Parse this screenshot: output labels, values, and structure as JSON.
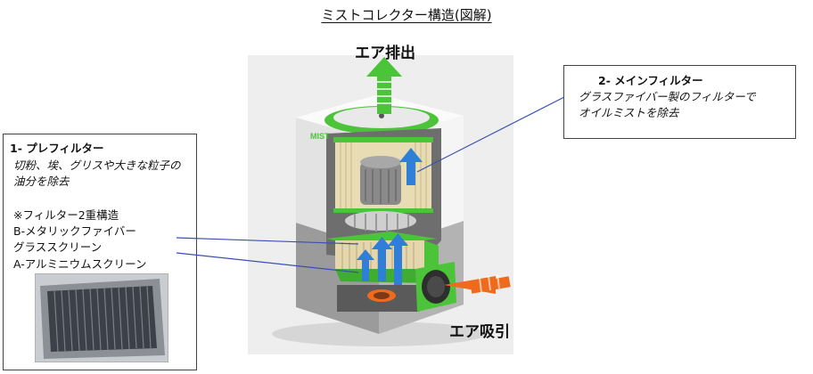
{
  "title": "ミストコレクター構造(図解)",
  "labels": {
    "exhaust": "エア排出",
    "intake": "エア吸引",
    "brand": "MIST"
  },
  "prefilter": {
    "heading": "1- プレフィルター",
    "desc_line1": "切粉、埃、グリスや大きな粒子の",
    "desc_line2": "油分を除去",
    "note": "※フィルター2重構造",
    "layer_b_line1": "B-メタリックファイバー",
    "layer_b_line2": "グラススクリーン",
    "layer_a": "A-アルミニウムスクリーン"
  },
  "main_filter": {
    "heading": "2- メインフィルター",
    "desc_line1": "グラスファイバー製のフィルターで",
    "desc_line2": "オイルミストを除去"
  },
  "colors": {
    "green": "#4cc43a",
    "blue": "#2f7fd8",
    "orange": "#f06a1e",
    "leader_line": "#3a4fb5"
  }
}
